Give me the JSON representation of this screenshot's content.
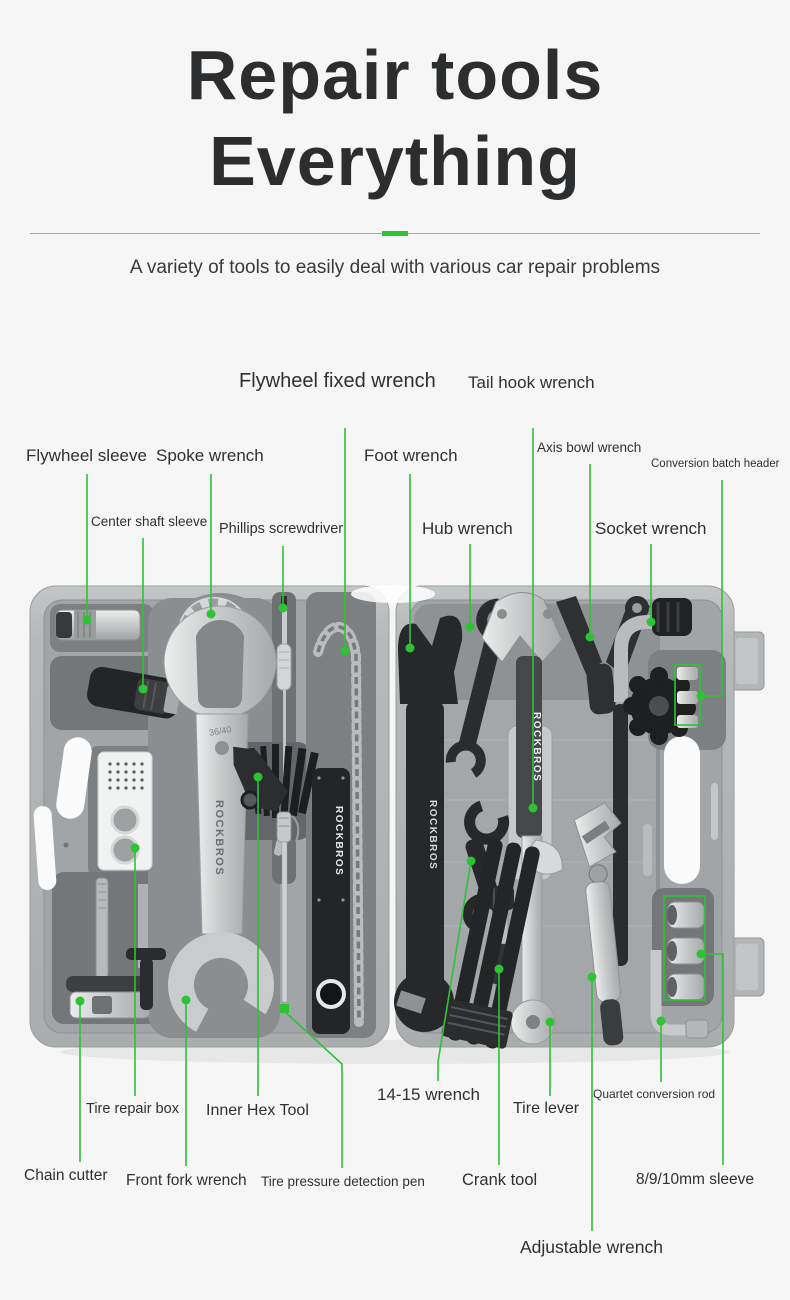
{
  "header": {
    "title_line1": "Repair tools",
    "title_line2": "Everything",
    "subtitle": "A variety of tools to easily deal with various car repair problems"
  },
  "product": {
    "brand": "ROCKBROS",
    "size_marking": "36/40"
  },
  "colors": {
    "accent_green": "#2cc335",
    "background": "#f6f6f7",
    "title_text": "#2b2d2e",
    "case_shell": "#b5b8b9",
    "case_tray": "#a2a5a7",
    "case_pocket": "#7d8083"
  },
  "callouts": {
    "flywheel_fixed_wrench": {
      "label": "Flywheel fixed wrench"
    },
    "tail_hook_wrench": {
      "label": "Tail hook wrench"
    },
    "flywheel_sleeve": {
      "label": "Flywheel sleeve"
    },
    "spoke_wrench": {
      "label": "Spoke wrench"
    },
    "foot_wrench": {
      "label": "Foot wrench"
    },
    "axis_bowl_wrench": {
      "label": "Axis bowl wrench"
    },
    "conversion_batch_header": {
      "label": "Conversion batch header"
    },
    "center_shaft_sleeve": {
      "label": "Center shaft sleeve"
    },
    "phillips_screwdriver": {
      "label": "Phillips screwdriver"
    },
    "hub_wrench": {
      "label": "Hub wrench"
    },
    "socket_wrench": {
      "label": "Socket wrench"
    },
    "tire_repair_box": {
      "label": "Tire repair box"
    },
    "inner_hex_tool": {
      "label": "Inner Hex Tool"
    },
    "wrench_14_15": {
      "label": "14-15 wrench"
    },
    "tire_lever": {
      "label": "Tire lever"
    },
    "quartet_conversion_rod": {
      "label": "Quartet conversion rod"
    },
    "chain_cutter": {
      "label": "Chain cutter"
    },
    "front_fork_wrench": {
      "label": "Front fork wrench"
    },
    "tire_pressure_detection_pen": {
      "label": "Tire pressure detection pen"
    },
    "crank_tool": {
      "label": "Crank tool"
    },
    "sleeve_8_9_10mm": {
      "label": "8/9/10mm sleeve"
    },
    "adjustable_wrench": {
      "label": "Adjustable wrench"
    }
  }
}
